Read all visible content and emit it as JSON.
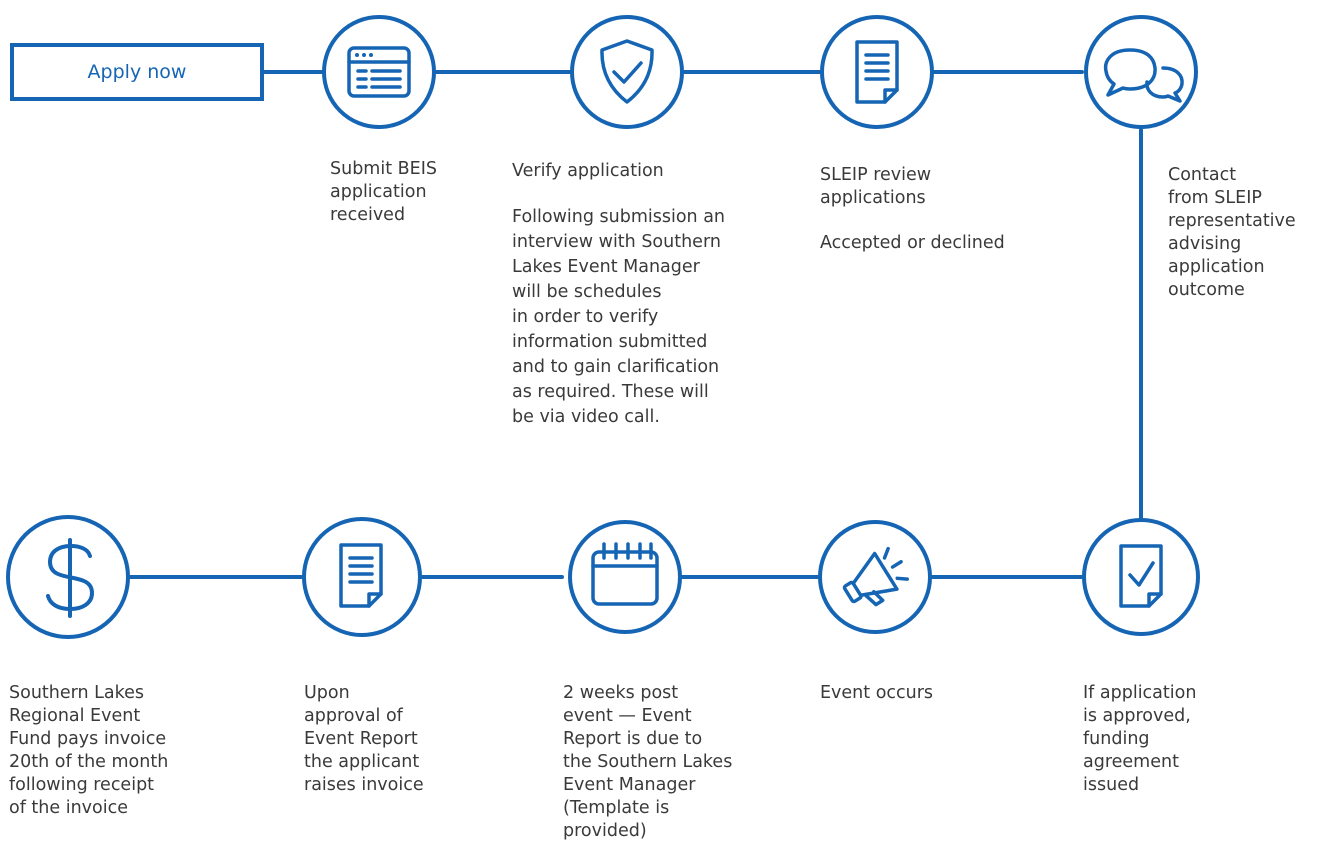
{
  "colors": {
    "accent": "#1565b4",
    "text": "#3a3a3a",
    "background": "#ffffff"
  },
  "apply_button": {
    "label": "Apply now"
  },
  "steps": [
    {
      "id": "submit",
      "icon": "browser-window-icon",
      "title": "Submit BEIS\napplication\nreceived"
    },
    {
      "id": "verify",
      "icon": "shield-check-icon",
      "title": "Verify application",
      "description": "Following submission an\ninterview with Southern\nLakes Event Manager\nwill be schedules\nin order to verify\ninformation submitted\nand to gain clarification\nas required. These will\nbe via video call."
    },
    {
      "id": "review",
      "icon": "document-icon",
      "title": "SLEIP review\napplications",
      "description": "Accepted or declined"
    },
    {
      "id": "contact",
      "icon": "speech-bubbles-icon",
      "title": "Contact\nfrom SLEIP\nrepresentative\nadvising\napplication\noutcome"
    },
    {
      "id": "agreement",
      "icon": "document-check-icon",
      "title": "If application\nis approved,\nfunding\nagreement\nissued"
    },
    {
      "id": "event",
      "icon": "megaphone-icon",
      "title": "Event occurs"
    },
    {
      "id": "report",
      "icon": "calendar-icon",
      "title": "2 weeks post\nevent — Event\nReport is due to\nthe Southern Lakes\nEvent Manager\n(Template is\nprovided)"
    },
    {
      "id": "invoice",
      "icon": "document-icon",
      "title": "Upon\napproval of\nEvent Report\nthe applicant\nraises invoice"
    },
    {
      "id": "payment",
      "icon": "dollar-icon",
      "title": "Southern Lakes\nRegional Event\nFund pays invoice\n20th of the month\nfollowing receipt\nof the invoice"
    }
  ]
}
